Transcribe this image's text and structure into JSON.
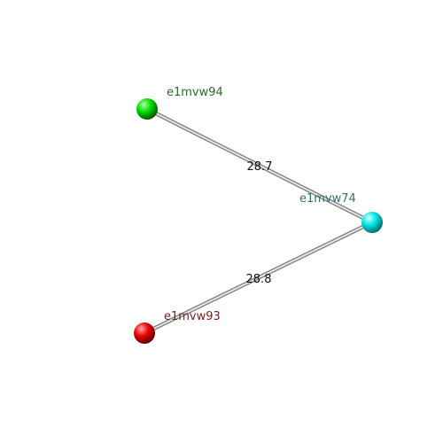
{
  "nodes": [
    {
      "id": "e1mvw94",
      "label": "e1mvw94",
      "color": "#00dd00",
      "label_color": "#2d6a2d"
    },
    {
      "id": "e1mvw74",
      "label": "e1mvw74",
      "color": "#00e5e5",
      "label_color": "#2e7373"
    },
    {
      "id": "e1mvw93",
      "label": "e1mvw93",
      "color": "#ee0000",
      "label_color": "#7a2222"
    }
  ],
  "edges": [
    {
      "from": "e1mvw94",
      "to": "e1mvw74",
      "label": "28.7"
    },
    {
      "from": "e1mvw93",
      "to": "e1mvw74",
      "label": "28.8"
    }
  ]
}
